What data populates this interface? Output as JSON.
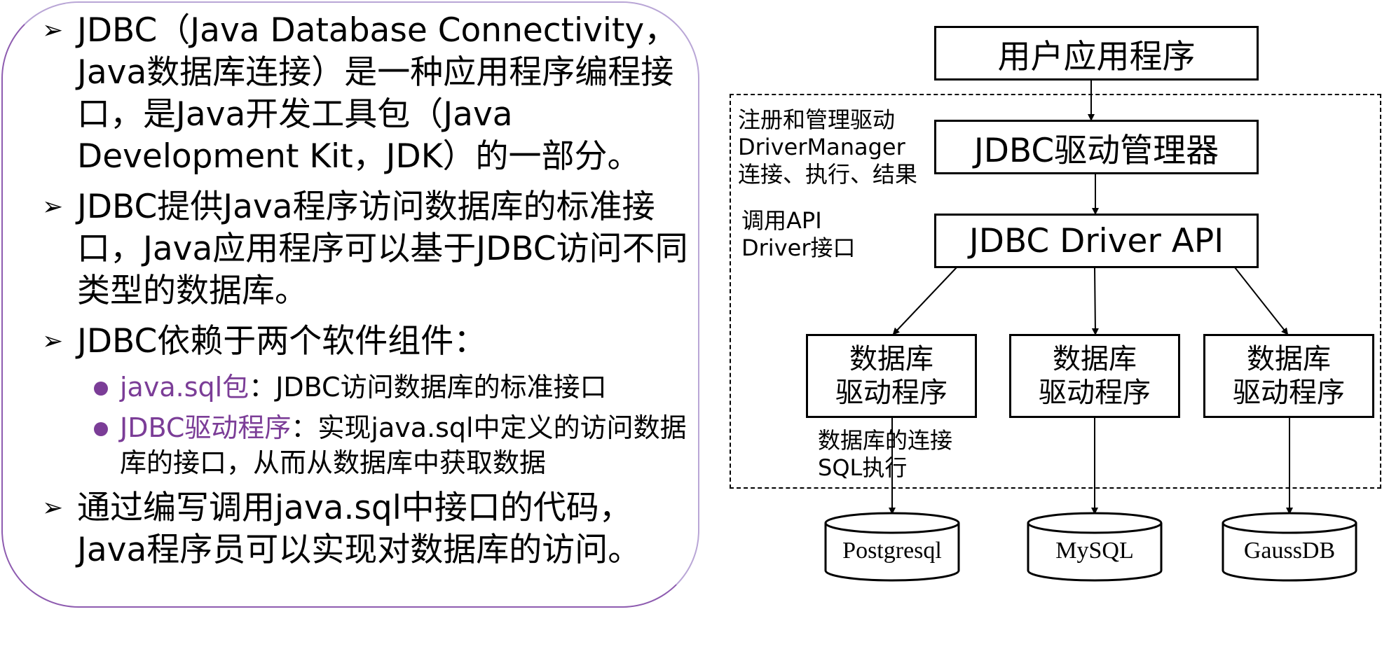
{
  "bullets": [
    "JDBC（Java Database Connectivity，Java数据库连接）是一种应用程序编程接口，是Java开发工具包（Java Development Kit，JDK）的一部分。",
    "JDBC提供Java程序访问数据库的标准接口，Java应用程序可以基于JDBC访问不同类型的数据库。",
    "JDBC依赖于两个软件组件：",
    "通过编写调用java.sql中接口的代码，Java程序员可以实现对数据库的访问。"
  ],
  "sub_items": [
    {
      "term": "java.sql包",
      "text": "：JDBC访问数据库的标准接口"
    },
    {
      "term": "JDBC驱动程序",
      "text": "：实现java.sql中定义的访问数据库的接口，从而从数据库中获取数据"
    }
  ],
  "diagram": {
    "app_box": "用户应用程序",
    "manager_box": "JDBC驱动管理器",
    "api_box": "JDBC Driver API",
    "driver_boxes": [
      "数据库\n驱动程序",
      "数据库\n驱动程序",
      "数据库\n驱动程序"
    ],
    "label_manager": "注册和管理驱动\nDriverManager\n连接、执行、结果",
    "label_api": "调用API\nDriver接口",
    "label_driver": "数据库的连接\nSQL执行",
    "databases": [
      "Postgresql",
      "MySQL",
      "GaussDB"
    ]
  },
  "colors": {
    "accent": "#7b3d97",
    "border": "#b9a6d6"
  }
}
